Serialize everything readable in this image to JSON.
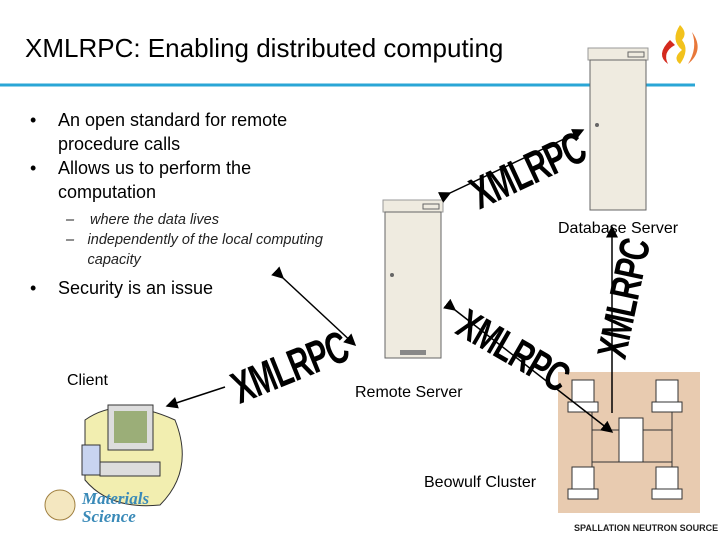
{
  "slide": {
    "title": "XMLRPC: Enabling distributed computing",
    "bullets": [
      {
        "text": "An open standard for remote procedure calls"
      },
      {
        "text": "Allows us to perform the computation",
        "sub": [
          "where the data lives",
          "independently of the local computing capacity"
        ]
      },
      {
        "text": "Security is an issue"
      }
    ],
    "labels": {
      "client": "Client",
      "remote": "Remote Server",
      "database": "Database Server",
      "cluster": "Beowulf Cluster"
    },
    "wordart": [
      "XMLRPC",
      "XMLRPC",
      "XMLRPC",
      "XMLRPC"
    ],
    "logos": {
      "materials": "Materials Science",
      "sns": "SPALLATION NEUTRON SOURCE"
    },
    "colors": {
      "rule": "#2aa6d6",
      "cluster_bg": "#e8cbb0",
      "server": "#efebe0"
    }
  }
}
